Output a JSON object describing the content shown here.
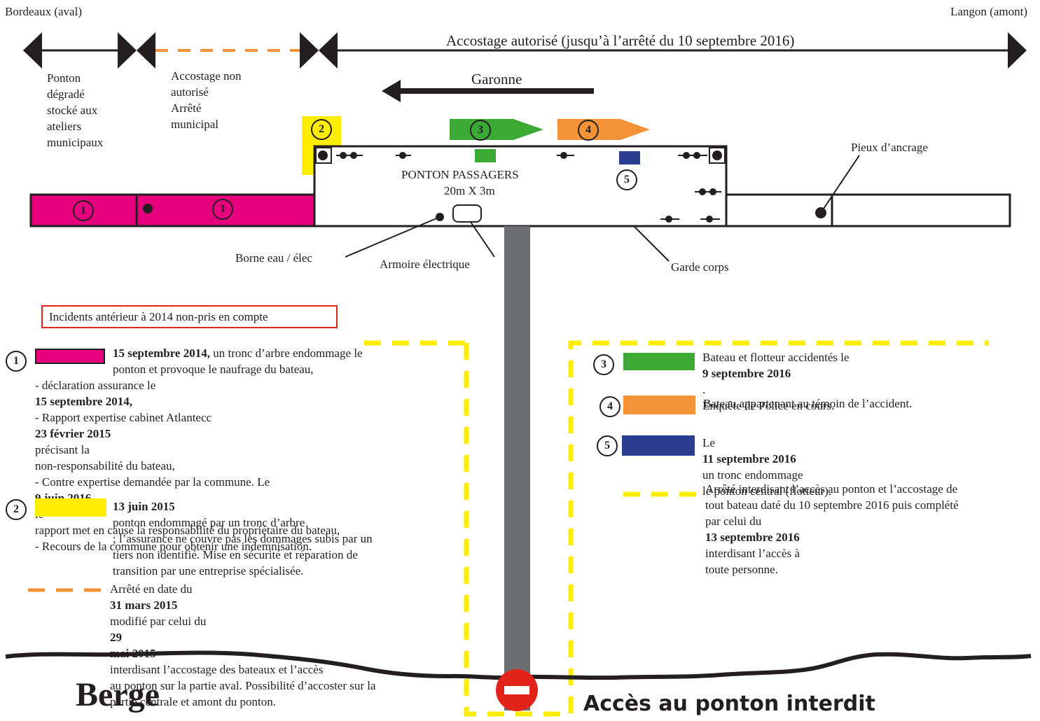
{
  "header": {
    "left_label": "Bordeaux (aval)",
    "right_label": "Langon (amont)",
    "accostage_autorise": "Accostage autorisé (jusqu’à l’arrêté du 10 septembre 2016)",
    "accostage_non_autorise": [
      "Accostage non",
      "autorisé",
      "Arrêté",
      "municipal"
    ],
    "ponton_degrade": [
      "Ponton",
      "dégradé",
      "stocké aux",
      "ateliers",
      "municipaux"
    ],
    "river": "Garonne"
  },
  "ponton": {
    "title": "PONTON PASSAGERS",
    "dimensions": "20m X 3m",
    "callouts": {
      "borne": "Borne eau / élec",
      "armoire": "Armoire électrique",
      "garde_corps": "Garde corps",
      "pieux": "Pieux d’ancrage"
    }
  },
  "markers": {
    "m1": "1",
    "m2": "2",
    "m3": "3",
    "m4": "4",
    "m5": "5"
  },
  "colors": {
    "magenta": "#e6007e",
    "yellow": "#ffed00",
    "green": "#3aaa35",
    "orange": "#f39237",
    "navy": "#2a3d8f",
    "dash_orange": "#f39237",
    "dash_yellow": "#ffed00",
    "gray": "#6d6e71",
    "no_entry_red": "#e2231a"
  },
  "note_box": "Incidents antérieur à 2014 non-pris en compte",
  "legend_left": {
    "item1": {
      "n": "1",
      "bold_date": "15 septembre 2014,",
      "text1": " un tronc d’arbre endommage le",
      "text2": "ponton et provoque le naufrage du bateau,",
      "l3a": "- déclaration assurance le ",
      "l3b": "15 septembre 2014,",
      "l4a": "- Rapport expertise cabinet Atlantecc ",
      "l4b": "23 février 2015",
      "l4c": " précisant la",
      "l5": "non-responsabilité du bateau,",
      "l6a": "- Contre expertise demandée par la commune. Le ",
      "l6b": "9 juin 2016",
      "l6c": " le",
      "l7": "rapport met en cause la responsabilité du propriétaire du bateau,",
      "l8": "- Recours de la commune pour obtenir une indemnisation."
    },
    "item2": {
      "n": "2",
      "bold_date": "13 juin 2015",
      "l1": " ponton endommagé par un tronc d’arbre",
      "l2": "; l’assurance ne couvre pas les dommages subis par un",
      "l3": "tiers non identifié. Mise en sécurité  et réparation de",
      "l4": "transition par une entreprise spécialisée."
    },
    "dash": {
      "l1a": "Arrêté en date du ",
      "l1b": "31 mars 2015",
      "l1c": " modifié par celui du ",
      "l1d": "29",
      "l2a": "mai 2015",
      "l2b": " interdisant l’accostage des bateaux et l’accès",
      "l3": "au ponton sur la partie aval.  Possibilité d’accoster sur la",
      "l4": "partie centrale et amont du ponton."
    }
  },
  "legend_right": {
    "item3": {
      "n": "3",
      "l1a": "Bateau et flotteur accidentés le ",
      "l1b": "9 septembre 2016",
      "l1c": ".",
      "l2": "Enquête de Police en cours."
    },
    "item4": {
      "n": "4",
      "l1": "Bateau appartenant au témoin de l’accident."
    },
    "item5": {
      "n": "5",
      "l1a": "Le ",
      "l1b": "11 septembre 2016",
      "l1c": " un tronc endommage",
      "l2": "le ponton central (flotteur)."
    },
    "dash": {
      "l1": "Arrêté interdisant l’accès au ponton et l’accostage de",
      "l2": "tout bateau daté du 10 septembre 2016 puis complété",
      "l3a": "par celui du ",
      "l3b": "13 septembre 2016",
      "l3c": " interdisant l’accès à",
      "l4": "toute personne."
    }
  },
  "bottom": {
    "berge": "Berge",
    "interdit": "Accès au ponton interdit"
  }
}
